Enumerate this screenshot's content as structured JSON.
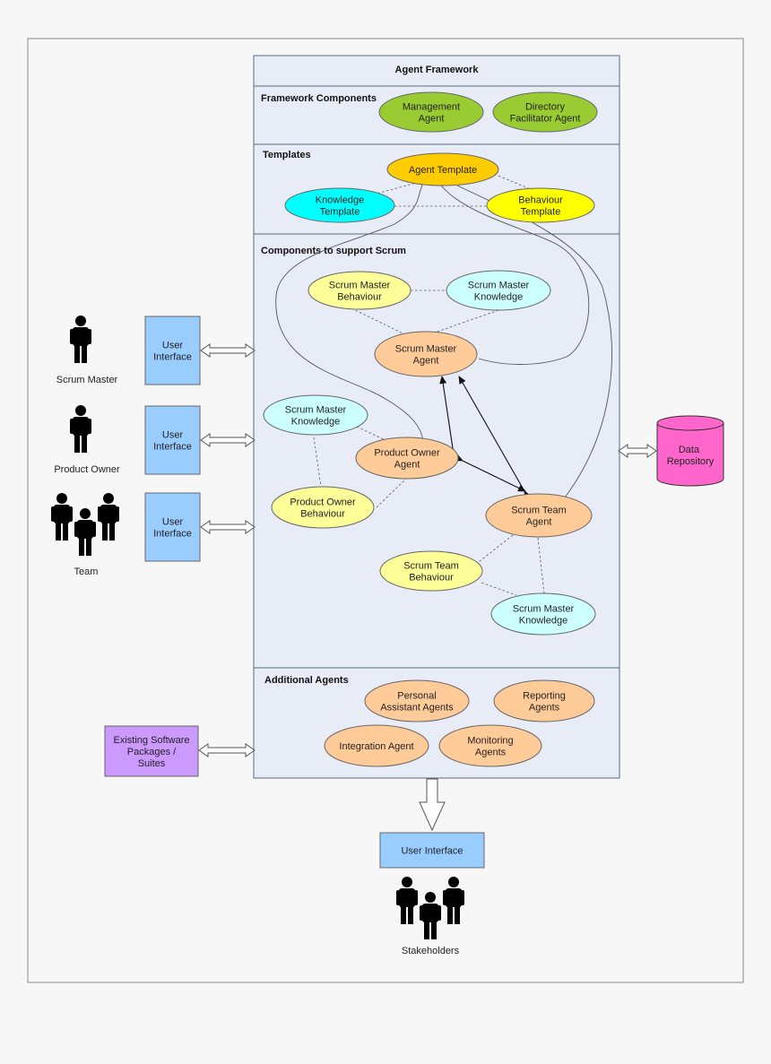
{
  "framework": {
    "title": "Agent Framework",
    "sections": {
      "framework_components": "Framework Components",
      "templates": "Templates",
      "scrum_components": "Components to support Scrum",
      "additional_agents": "Additional Agents"
    }
  },
  "nodes": {
    "management_agent": [
      "Management",
      "Agent"
    ],
    "directory_agent": [
      "Directory",
      "Facilitator Agent"
    ],
    "agent_template": [
      "Agent Template"
    ],
    "knowledge_template": [
      "Knowledge",
      "Template"
    ],
    "behaviour_template": [
      "Behaviour",
      "Template"
    ],
    "sm_behaviour": [
      "Scrum Master",
      "Behaviour"
    ],
    "sm_knowledge_top": [
      "Scrum Master",
      "Knowledge"
    ],
    "sm_agent": [
      "Scrum Master",
      "Agent"
    ],
    "sm_knowledge_left": [
      "Scrum Master",
      "Knowledge"
    ],
    "po_agent": [
      "Product Owner",
      "Agent"
    ],
    "po_behaviour": [
      "Product Owner",
      "Behaviour"
    ],
    "st_agent": [
      "Scrum Team",
      "Agent"
    ],
    "st_behaviour": [
      "Scrum Team",
      "Behaviour"
    ],
    "sm_knowledge_bottom": [
      "Scrum Master",
      "Knowledge"
    ],
    "personal_assistant": [
      "Personal",
      "Assistant Agents"
    ],
    "reporting_agents": [
      "Reporting",
      "Agents"
    ],
    "integration_agent": [
      "Integration Agent"
    ],
    "monitoring_agents": [
      "Monitoring",
      "Agents"
    ]
  },
  "boxes": {
    "ui_1": [
      "User",
      "Interface"
    ],
    "ui_2": [
      "User",
      "Interface"
    ],
    "ui_3": [
      "User",
      "Interface"
    ],
    "existing_software": [
      "Existing Software",
      "Packages /",
      "Suites"
    ],
    "data_repository": [
      "Data",
      "Repository"
    ],
    "bottom_ui": [
      "User Interface"
    ]
  },
  "actors": {
    "scrum_master": "Scrum Master",
    "product_owner": "Product Owner",
    "team": "Team",
    "stakeholders": "Stakeholders"
  },
  "colors": {
    "green": "#99cc33",
    "orange_template": "#ffcc00",
    "cyan": "#00ffff",
    "yellow": "#ffff00",
    "light_yellow": "#ffff99",
    "light_cyan": "#ccffff",
    "salmon": "#ffcc99",
    "ui_blue": "#99ccff",
    "purple": "#cc99ff",
    "pink": "#ff66cc",
    "panel": "#e8ecf6"
  }
}
